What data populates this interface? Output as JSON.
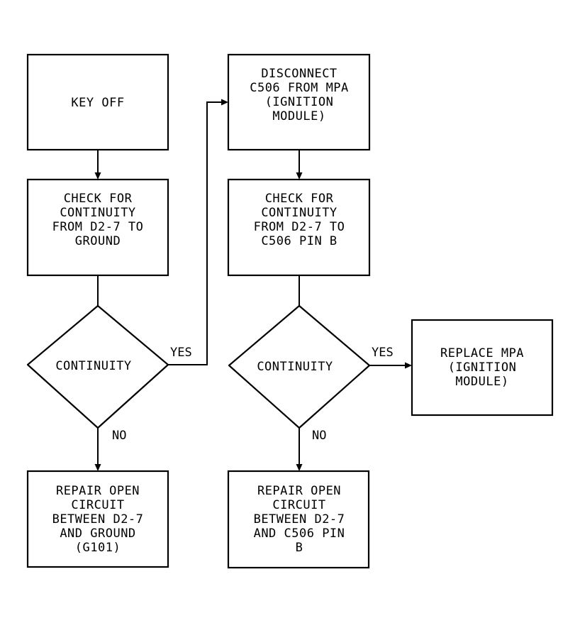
{
  "colors": {
    "line": "#000000",
    "background": "#ffffff"
  },
  "nodes": {
    "key_off": {
      "lines": [
        "KEY OFF"
      ]
    },
    "check_ground": {
      "lines": [
        "CHECK FOR",
        "CONTINUITY",
        "FROM D2-7 TO",
        "GROUND"
      ]
    },
    "continuity_1": {
      "lines": [
        "CONTINUITY"
      ]
    },
    "repair_ground": {
      "lines": [
        "REPAIR OPEN",
        "CIRCUIT",
        "BETWEEN D2-7",
        "AND GROUND",
        "(G101)"
      ]
    },
    "disconnect": {
      "lines": [
        "DISCONNECT",
        "C506 FROM MPA",
        "(IGNITION",
        "MODULE)"
      ]
    },
    "check_c506": {
      "lines": [
        "CHECK FOR",
        "CONTINUITY",
        "FROM D2-7 TO",
        "C506 PIN B"
      ]
    },
    "continuity_2": {
      "lines": [
        "CONTINUITY"
      ]
    },
    "repair_c506": {
      "lines": [
        "REPAIR OPEN",
        "CIRCUIT",
        "BETWEEN D2-7",
        "AND C506 PIN",
        "B"
      ]
    },
    "replace_mpa": {
      "lines": [
        "REPLACE MPA",
        "(IGNITION",
        "MODULE)"
      ]
    }
  },
  "edge_labels": {
    "continuity_1_yes": "YES",
    "continuity_1_no": "NO",
    "continuity_2_yes": "YES",
    "continuity_2_no": "NO"
  }
}
